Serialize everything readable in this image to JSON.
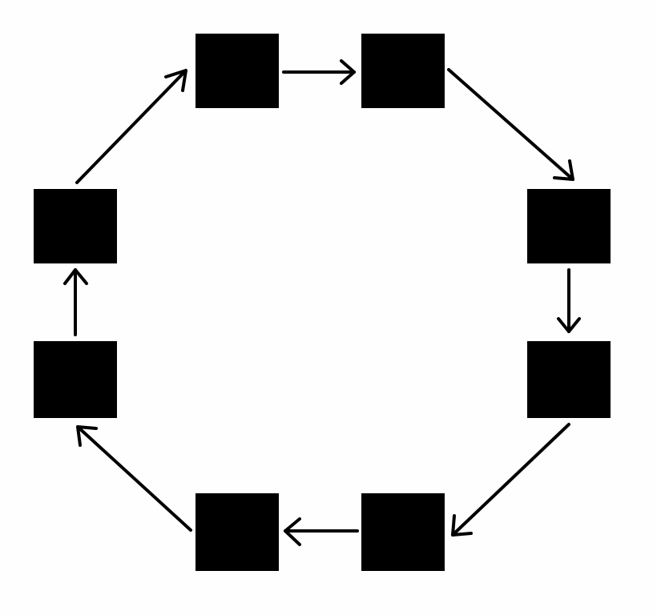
{
  "diagram": {
    "type": "cycle",
    "direction": "clockwise",
    "node_count": 8,
    "nodes": [
      {
        "id": "top-left",
        "label": ""
      },
      {
        "id": "top-right",
        "label": ""
      },
      {
        "id": "right-upper",
        "label": ""
      },
      {
        "id": "right-lower",
        "label": ""
      },
      {
        "id": "bottom-right",
        "label": ""
      },
      {
        "id": "bottom-left",
        "label": ""
      },
      {
        "id": "left-lower",
        "label": ""
      },
      {
        "id": "left-upper",
        "label": ""
      }
    ],
    "edges": [
      {
        "from": "top-left",
        "to": "top-right"
      },
      {
        "from": "top-right",
        "to": "right-upper"
      },
      {
        "from": "right-upper",
        "to": "right-lower"
      },
      {
        "from": "right-lower",
        "to": "bottom-right"
      },
      {
        "from": "bottom-right",
        "to": "bottom-left"
      },
      {
        "from": "bottom-left",
        "to": "left-lower"
      },
      {
        "from": "left-lower",
        "to": "left-upper"
      },
      {
        "from": "left-upper",
        "to": "top-left"
      }
    ],
    "colors": {
      "background": "#fefefe",
      "node_fill": "#000000",
      "edge_stroke": "#000000"
    }
  }
}
